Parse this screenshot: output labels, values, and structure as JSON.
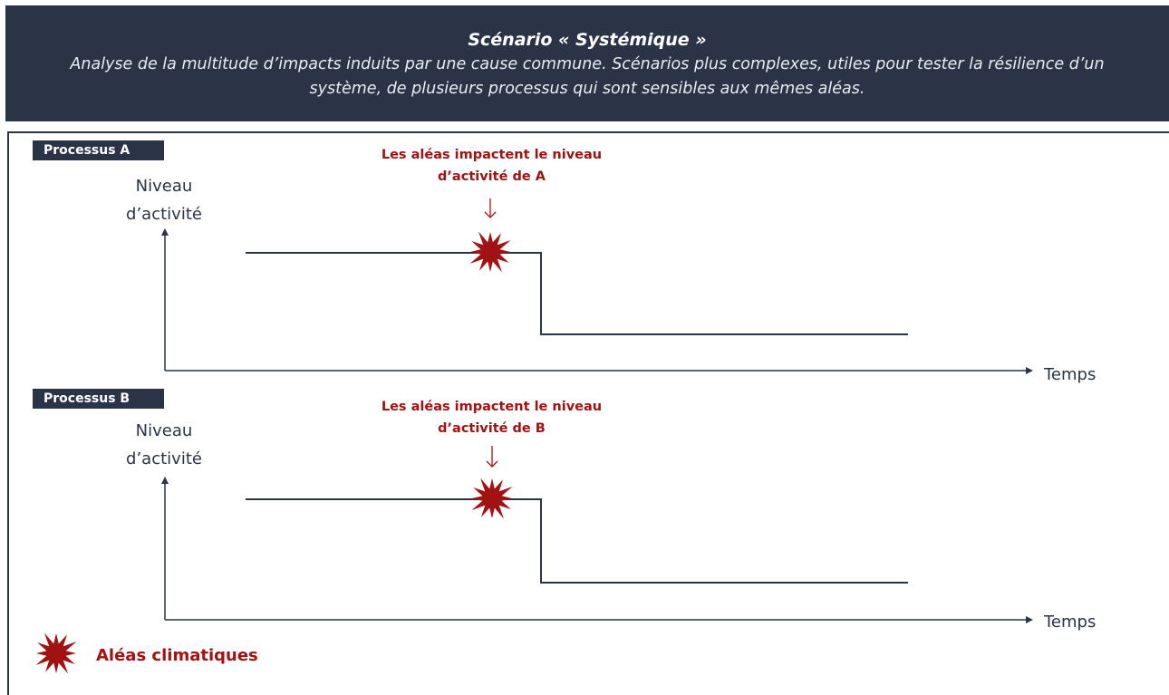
{
  "header": {
    "title": "Scénario « Systémique »",
    "subtitle": "Analyse de la multitude d’impacts induits par une cause commune. Scénarios plus complexes, utiles pour tester la résilience d’un système, de plusieurs processus qui sont sensibles aux mêmes aléas."
  },
  "processes": [
    {
      "label": "Processus A",
      "y_axis_label": "Niveau d’activité",
      "x_axis_label": "Temps",
      "impact_note": "Les aléas impactent le niveau d’activité de A"
    },
    {
      "label": "Processus B",
      "y_axis_label": "Niveau d’activité",
      "x_axis_label": "Temps",
      "impact_note": "Les aléas impactent le niveau d’activité de B"
    }
  ],
  "legend": {
    "label": "Aléas climatiques",
    "icon": "starburst-icon"
  },
  "colors": {
    "dark": "#2a3446",
    "hazard": "#a11212"
  }
}
